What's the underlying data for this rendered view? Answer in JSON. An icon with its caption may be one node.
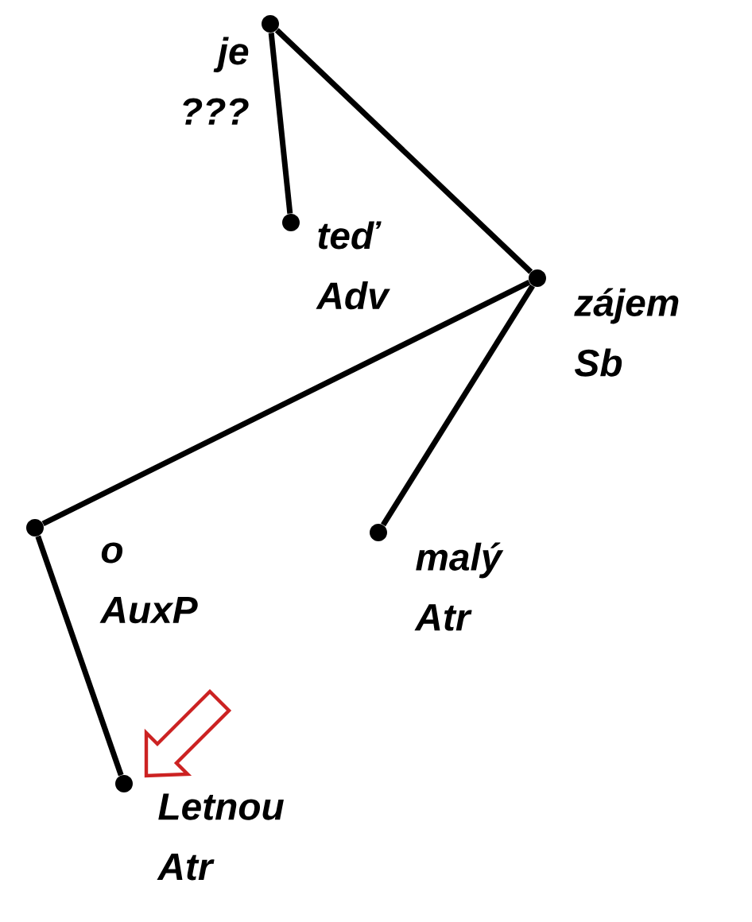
{
  "diagram": {
    "nodes": [
      {
        "text": [
          "je",
          "???"
        ]
      },
      {
        "text": [
          "teď",
          "Adv"
        ]
      },
      {
        "text": [
          "zájem",
          "Sb"
        ]
      },
      {
        "text": [
          "o",
          "AuxP"
        ]
      },
      {
        "text": [
          "malý",
          "Atr"
        ]
      },
      {
        "text": [
          "Letnou",
          "Atr"
        ]
      }
    ],
    "edges": [
      {
        "from": 0,
        "to": 1,
        "arrow": "none"
      },
      {
        "from": 0,
        "to": 2,
        "arrow": "none"
      },
      {
        "from": 2,
        "to": 3,
        "arrow": "none"
      },
      {
        "from": 2,
        "to": 4,
        "arrow": "none"
      },
      {
        "from": 3,
        "to": 5,
        "arrow": "none"
      },
      {
        "from": null,
        "to": 5,
        "arrow": "to",
        "color": "#cc2222"
      }
    ]
  }
}
